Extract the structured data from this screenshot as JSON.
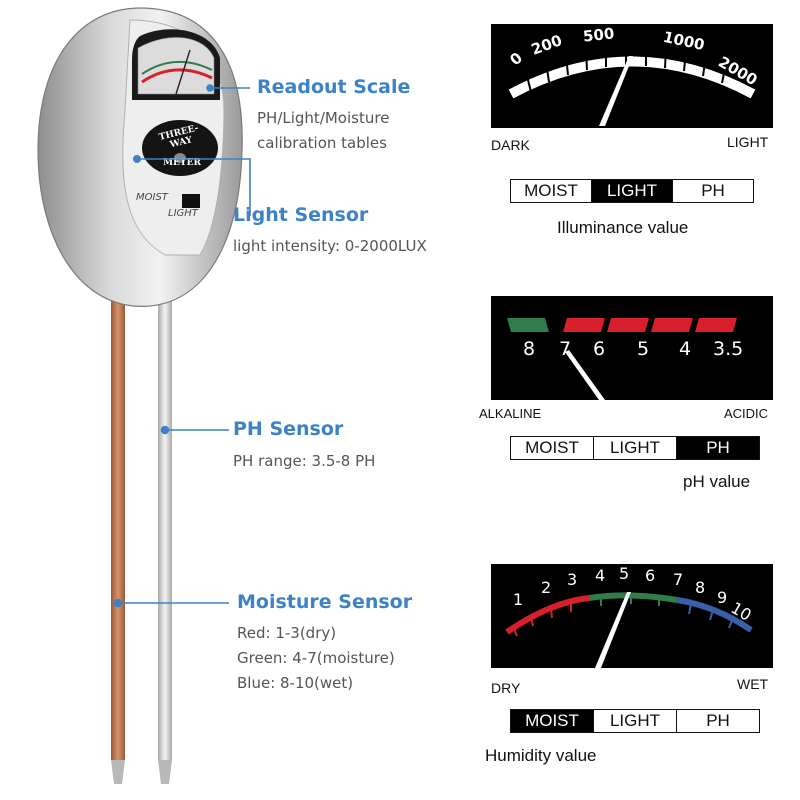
{
  "meter": {
    "face_line1": "THREE-WAY",
    "face_line2": "METER",
    "switch_top": "MOIST",
    "switch_bottom": "LIGHT"
  },
  "callouts": [
    {
      "title": "Readout Scale",
      "lines": [
        "PH/Light/Moisture",
        "calibration tables"
      ]
    },
    {
      "title": "Light Sensor",
      "lines": [
        "light intensity: 0-2000LUX"
      ]
    },
    {
      "title": "PH Sensor",
      "lines": [
        "PH range: 3.5-8 PH"
      ]
    },
    {
      "title": "Moisture Sensor",
      "lines": [
        "Red: 1-3(dry)",
        "Green: 4-7(moisture)",
        "Blue: 8-10(wet)"
      ]
    }
  ],
  "light_panel": {
    "ticks": [
      "0",
      "200",
      "500",
      "1000",
      "2000"
    ],
    "left_label": "DARK",
    "right_label": "LIGHT",
    "modes": [
      "MOIST",
      "LIGHT",
      "PH"
    ],
    "active": 1,
    "value_title": "Illuminance value"
  },
  "ph_panel": {
    "ticks": [
      "8",
      "7",
      "6",
      "5",
      "4",
      "3.5"
    ],
    "left_label": "ALKALINE",
    "right_label": "ACIDIC",
    "modes": [
      "MOIST",
      "LIGHT",
      "PH"
    ],
    "active": 2,
    "value_title": "pH value"
  },
  "moist_panel": {
    "ticks": [
      "1",
      "2",
      "3",
      "4",
      "5",
      "6",
      "7",
      "8",
      "9",
      "10"
    ],
    "left_label": "DRY",
    "right_label": "WET",
    "modes": [
      "MOIST",
      "LIGHT",
      "PH"
    ],
    "active": 0,
    "value_title": "Humidity value"
  },
  "colors": {
    "callout_blue": "#3d82c4",
    "scale_red": "#d8202c",
    "scale_green": "#2f7d4a",
    "scale_blue": "#3a5fa8",
    "copper": "#c07a4f",
    "silver": "#c9c9c9"
  }
}
